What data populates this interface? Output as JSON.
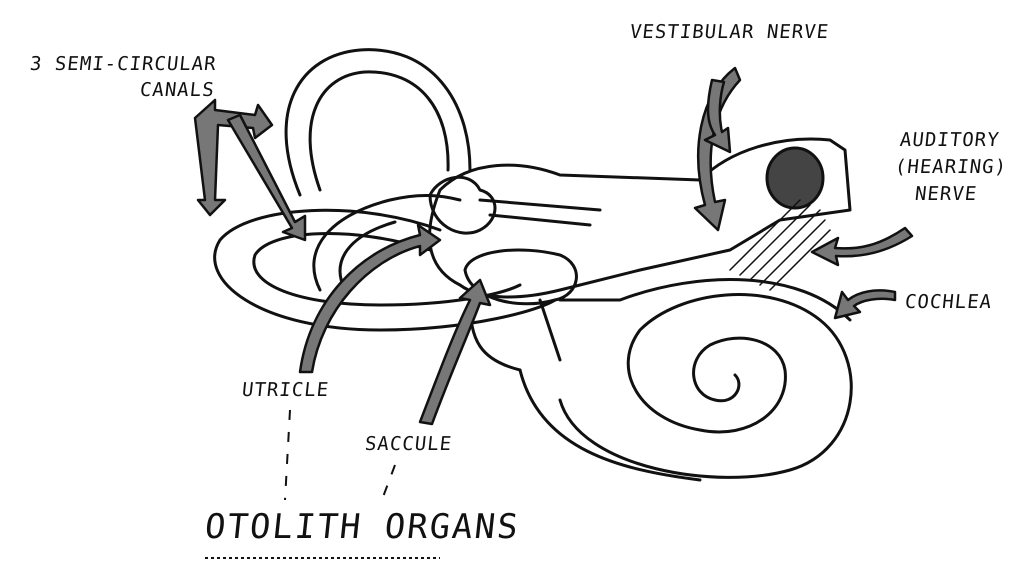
{
  "title": "Inner ear diagram",
  "labels": {
    "canals": [
      "3 SEMI-CIRCULAR",
      "CANALS"
    ],
    "vestibular_nerve": "VESTIBULAR NERVE",
    "auditory_nerve": [
      "AUDITORY",
      "(HEARING)",
      "NERVE"
    ],
    "cochlea": "COCHLEA",
    "utricle": "UTRICLE",
    "saccule": "SACCULE",
    "otolith_organs": "OTOLITH ORGANS"
  }
}
